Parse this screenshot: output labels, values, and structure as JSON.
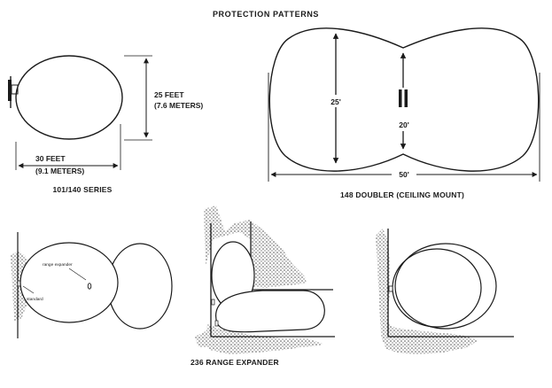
{
  "title": "PROTECTION PATTERNS",
  "series_101": {
    "label": "101/140 SERIES",
    "height_ft": "25 FEET",
    "height_m": "(7.6 METERS)",
    "width_ft": "30 FEET",
    "width_m": "(9.1 METERS)"
  },
  "doubler": {
    "label": "148 DOUBLER (CEILING MOUNT)",
    "height_outer": "25'",
    "height_inner": "20'",
    "width": "50'"
  },
  "range_expander": {
    "label": "236 RANGE EXPANDER",
    "tag_expander": "range expander",
    "tag_standard": "standard"
  }
}
